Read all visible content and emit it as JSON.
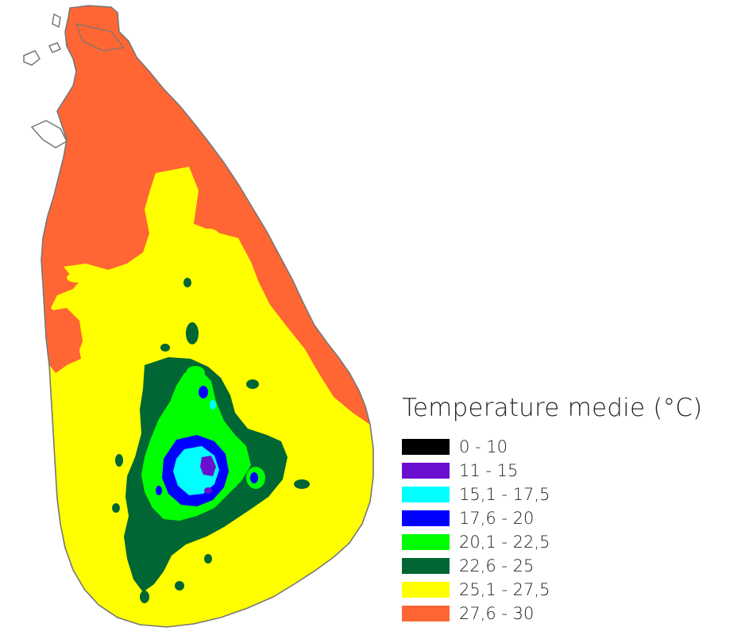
{
  "legend": {
    "title": "Temperature medie (°C)",
    "classes": [
      {
        "label": "0 - 10",
        "color": "#000000"
      },
      {
        "label": "11 - 15",
        "color": "#6a0fcf"
      },
      {
        "label": "15,1 - 17,5",
        "color": "#00ffff"
      },
      {
        "label": "17,6 - 20",
        "color": "#0000ff"
      },
      {
        "label": "20,1 - 22,5",
        "color": "#00ff00"
      },
      {
        "label": "22,6 - 25",
        "color": "#006633"
      },
      {
        "label": "25,1 - 27,5",
        "color": "#ffff00"
      },
      {
        "label": "27,6 - 30",
        "color": "#ff6633"
      }
    ]
  },
  "map": {
    "region": "sri-lanka",
    "outline_color": "#777777"
  }
}
